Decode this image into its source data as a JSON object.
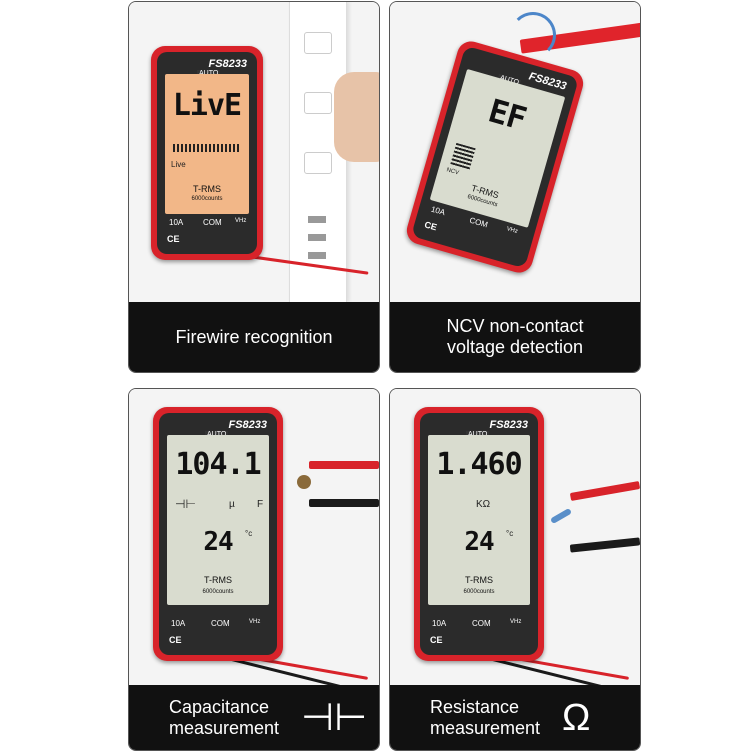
{
  "panels": [
    {
      "caption": "Firewire recognition",
      "meter": {
        "model": "FS8233",
        "auto": "AUTO",
        "main": "LivE",
        "mode": "Live",
        "trms": "T-RMS",
        "counts": "6000counts",
        "amp": "10A",
        "com": "COM",
        "vhz": "VHz",
        "ce": "CE"
      }
    },
    {
      "caption": "NCV non-contact voltage detection",
      "meter": {
        "model": "FS8233",
        "auto": "AUTO",
        "main": "EF",
        "mode": "NCV",
        "trms": "T-RMS",
        "counts": "6000counts",
        "amp": "10A",
        "com": "COM",
        "vhz": "VHz",
        "ce": "CE"
      }
    },
    {
      "caption": "Capacitance measurement",
      "symbol": "⊣⊢",
      "meter": {
        "model": "FS8233",
        "auto": "AUTO",
        "main": "104.1",
        "unit_prefix": "µ",
        "unit": "F",
        "secondary": "24",
        "secondary_unit": "°c",
        "trms": "T-RMS",
        "counts": "6000counts",
        "amp": "10A",
        "com": "COM",
        "vhz": "VHz",
        "ce": "CE"
      }
    },
    {
      "caption": "Resistance measurement",
      "symbol": "Ω",
      "meter": {
        "model": "FS8233",
        "auto": "AUTO",
        "main": "1.460",
        "unit": "KΩ",
        "secondary": "24",
        "secondary_unit": "°c",
        "trms": "T-RMS",
        "counts": "6000counts",
        "amp": "10A",
        "com": "COM",
        "vhz": "VHz",
        "ce": "CE"
      }
    }
  ],
  "colors": {
    "meter_red": "#d8232a",
    "bezel": "#2b2b2b",
    "lcd_backlight": "#f2b788",
    "lcd": "#d9dccf",
    "caption_bg": "#111111"
  }
}
